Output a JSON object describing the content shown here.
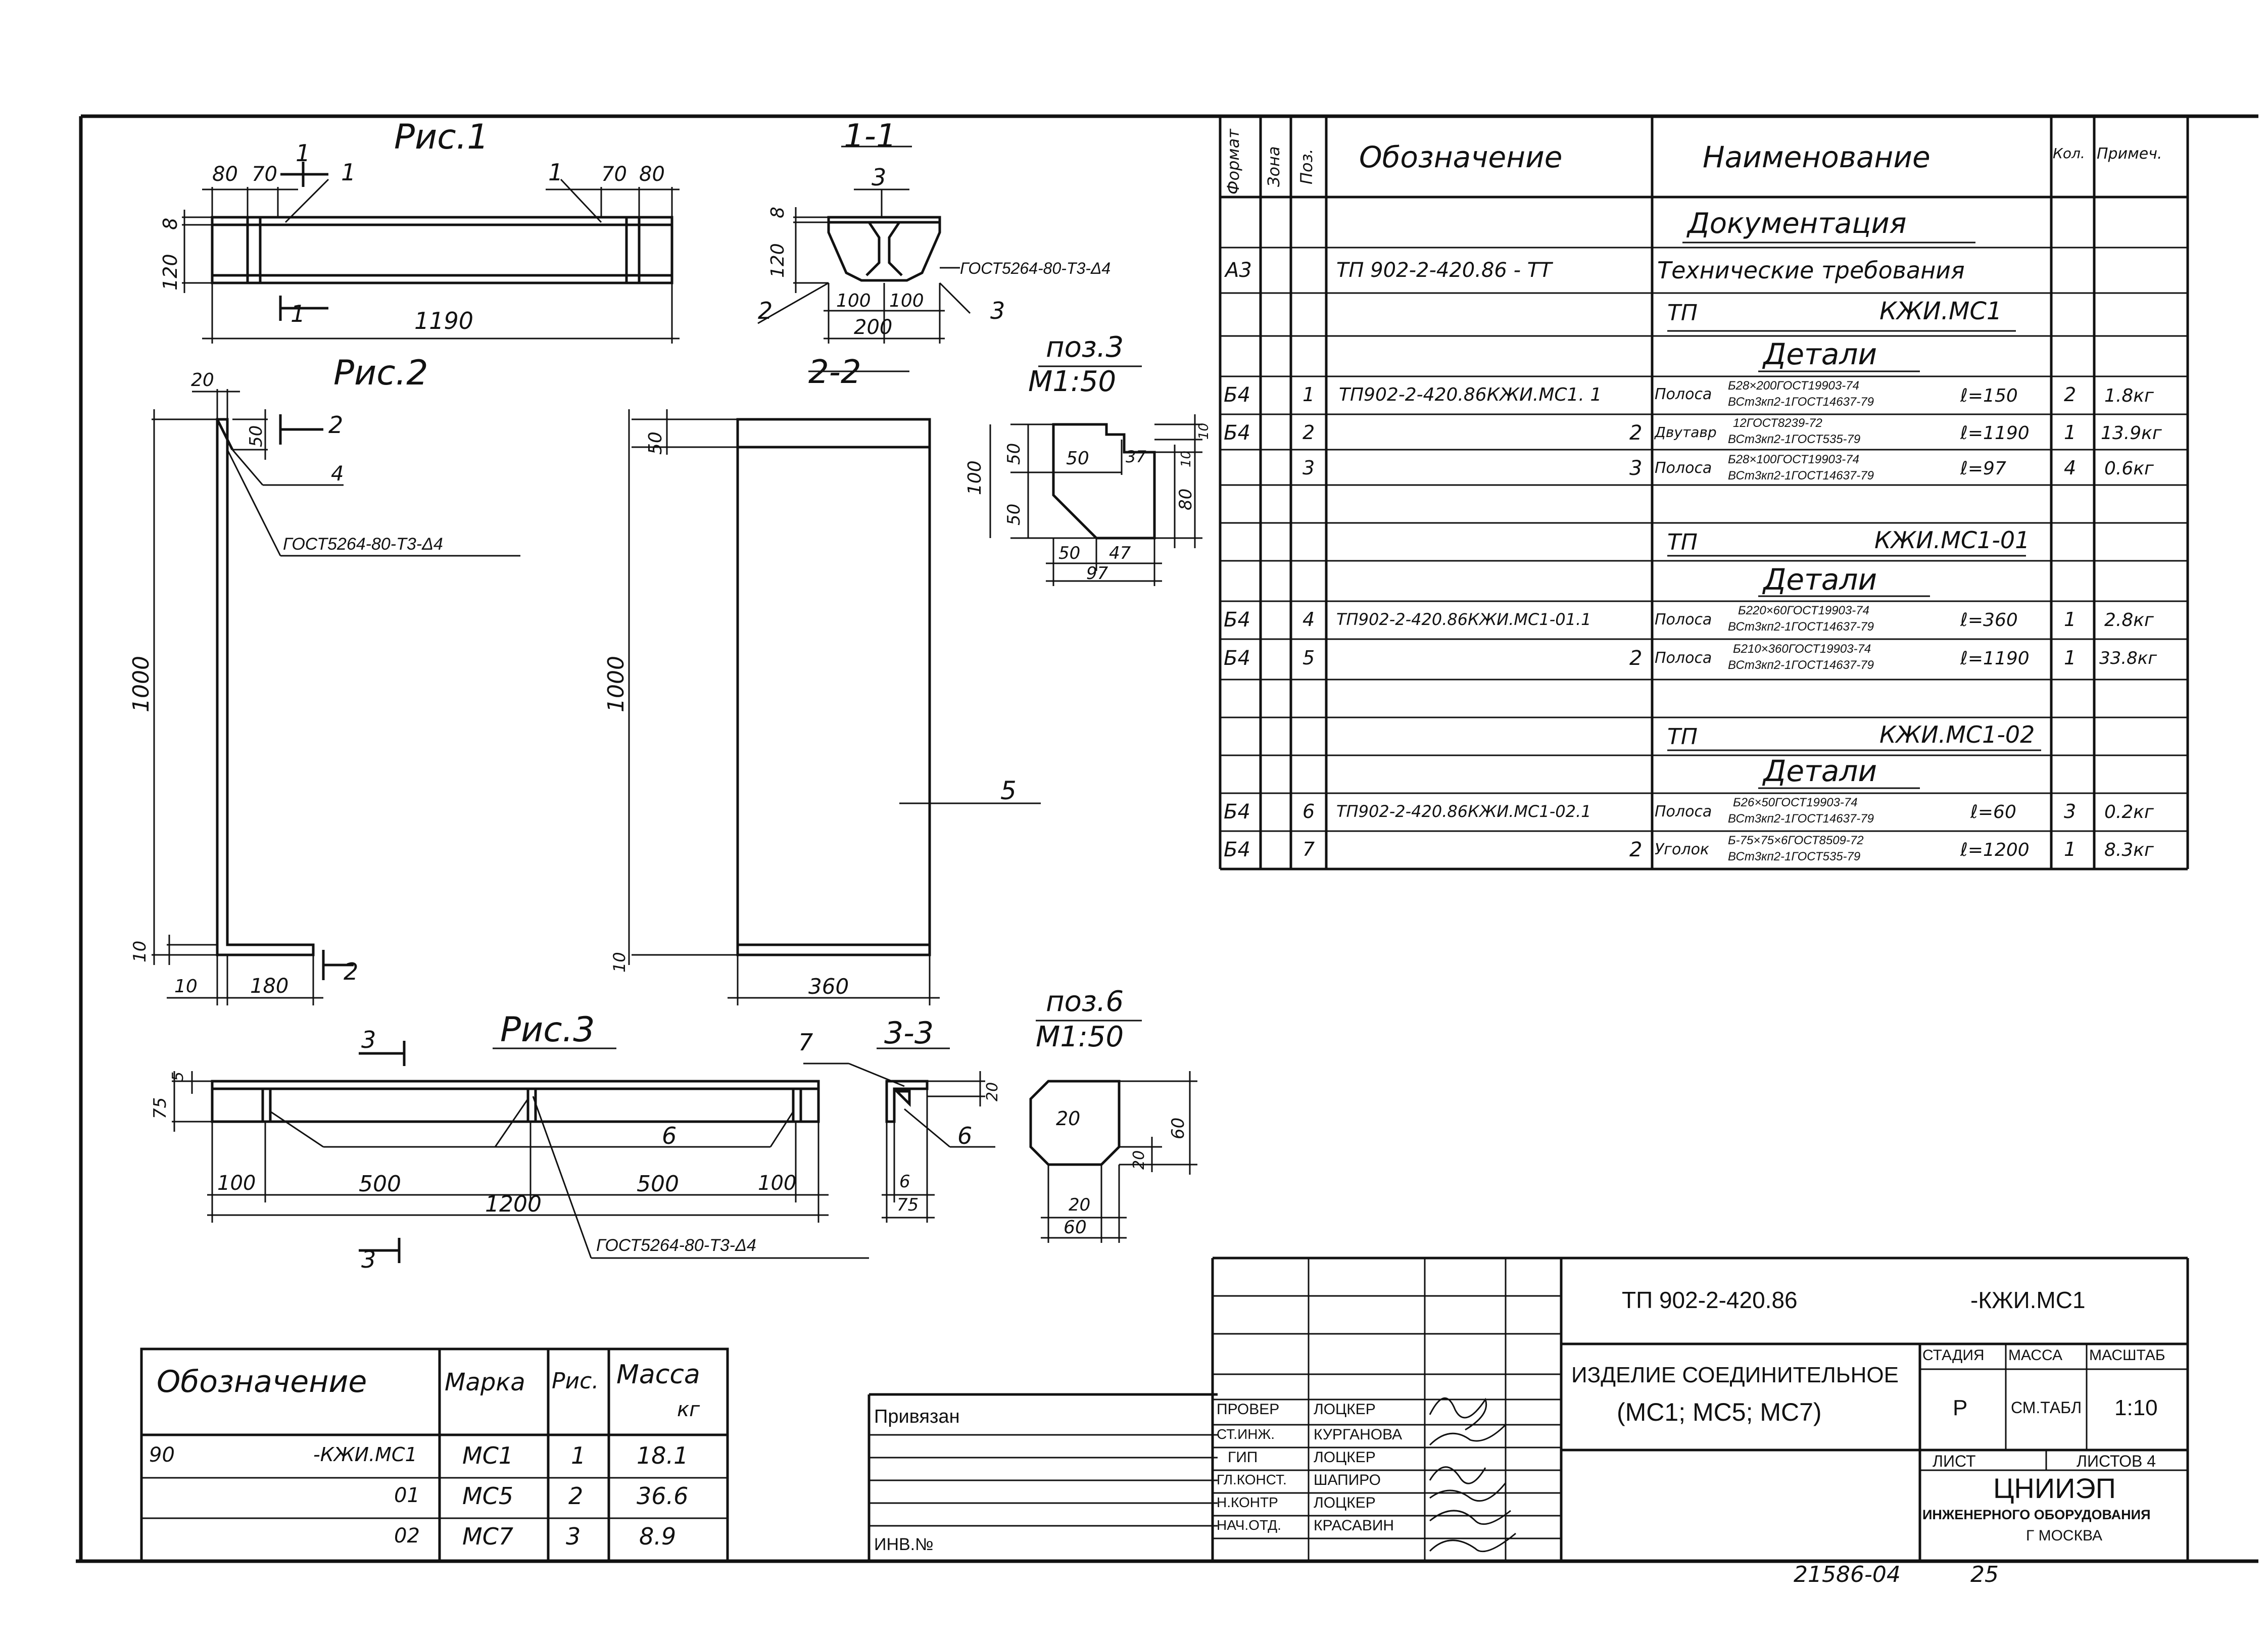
{
  "figures": {
    "fig1": {
      "title": "Рис.1",
      "dims": {
        "d80a": "80",
        "d70a": "70",
        "d70b": "70",
        "d80b": "80",
        "d8": "8",
        "d120": "120",
        "d1190": "1190"
      },
      "callouts": {
        "c1a": "1",
        "c1b": "1",
        "c1c": "1",
        "c1cut": "1"
      }
    },
    "sec11": {
      "title": "1-1",
      "dims": {
        "d8": "8",
        "d120": "120",
        "d100a": "100",
        "d100b": "100",
        "d200": "200"
      },
      "callouts": {
        "c3top": "3",
        "c2": "2",
        "c3": "3"
      },
      "gost": "ГОСТ5264-80-Т3-Δ4"
    },
    "fig2": {
      "title": "Рис.2",
      "dims": {
        "d20": "20",
        "d50": "50",
        "d1000": "1000",
        "d10v": "10",
        "d10": "10",
        "d180": "180"
      },
      "callouts": {
        "c2a": "2",
        "c4": "4",
        "c2b": "2"
      },
      "gost": "ГОСТ5264-80-Т3-Δ4"
    },
    "sec22": {
      "title": "2-2",
      "dims": {
        "d50": "50",
        "d1000": "1000",
        "d10": "10",
        "d360": "360"
      },
      "callouts": {
        "c5": "5"
      }
    },
    "pos3": {
      "title": "поз.3",
      "scale": "М1:50",
      "dims": {
        "d100": "100",
        "d50a": "50",
        "d50b": "50",
        "d50c": "50",
        "d37": "37",
        "d10a": "10",
        "d10b": "10",
        "d80": "80",
        "d50d": "50",
        "d47": "47",
        "d97": "97"
      }
    },
    "fig3": {
      "title": "Рис.3",
      "dims": {
        "d75": "75",
        "d5": "5",
        "d100a": "100",
        "d500a": "500",
        "d500b": "500",
        "d100b": "100",
        "d1200": "1200"
      },
      "callouts": {
        "c3a": "3",
        "c6": "6",
        "c3b": "3"
      },
      "gost": "ГОСТ5264-80-Т3-Δ4"
    },
    "sec33": {
      "title": "3-3",
      "dims": {
        "d6": "6",
        "d75": "75",
        "d20": "20"
      },
      "callouts": {
        "c7": "7",
        "c6": "6"
      }
    },
    "pos6": {
      "title": "поз.6",
      "scale": "М1:50",
      "dims": {
        "d20a": "20",
        "d20b": "20",
        "d60a": "60",
        "d20c": "20",
        "d60b": "60"
      }
    }
  },
  "spec": {
    "headers": {
      "format": "Формат",
      "zone": "Зона",
      "pos": "Поз.",
      "designation": "Обозначение",
      "name": "Наименование",
      "qty": "Кол.",
      "note": "Примеч."
    },
    "rows": {
      "doc_heading": "Документация",
      "r1": {
        "format": "А3",
        "designation": "ТП 902-2-420.86 - ТТ",
        "name": "Технические требования"
      },
      "tp1": {
        "left": "ТП",
        "right": "КЖИ.МС1"
      },
      "det1": "Детали",
      "r2": {
        "format": "Б4",
        "pos": "1",
        "designation": "ТП902-2-420.86КЖИ.МС1. 1",
        "name": "Полоса",
        "frac_top": "Б28×200ГОСТ19903-74",
        "frac_bot": "ВСт3кп2-1ГОСТ14637-79",
        "len": "ℓ=150",
        "qty": "2",
        "note": "1.8кг"
      },
      "r3": {
        "format": "Б4",
        "pos": "2",
        "designation": "2",
        "name": "Двутавр",
        "frac_top": "12ГОСТ8239-72",
        "frac_bot": "ВСт3кп2-1ГОСТ535-79",
        "len": "ℓ=1190",
        "qty": "1",
        "note": "13.9кг"
      },
      "r4": {
        "pos": "3",
        "designation": "3",
        "name": "Полоса",
        "frac_top": "Б28×100ГОСТ19903-74",
        "frac_bot": "ВСт3кп2-1ГОСТ14637-79",
        "len": "ℓ=97",
        "qty": "4",
        "note": "0.6кг"
      },
      "tp2": {
        "left": "ТП",
        "right": "КЖИ.МС1-01"
      },
      "det2": "Детали",
      "r5": {
        "format": "Б4",
        "pos": "4",
        "designation": "ТП902-2-420.86КЖИ.МС1-01.1",
        "name": "Полоса",
        "frac_top": "Б220×60ГОСТ19903-74",
        "frac_bot": "ВСт3кп2-1ГОСТ14637-79",
        "len": "ℓ=360",
        "qty": "1",
        "note": "2.8кг"
      },
      "r6": {
        "format": "Б4",
        "pos": "5",
        "designation": "2",
        "name": "Полоса",
        "frac_top": "Б210×360ГОСТ19903-74",
        "frac_bot": "ВСт3кп2-1ГОСТ14637-79",
        "len": "ℓ=1190",
        "qty": "1",
        "note": "33.8кг"
      },
      "tp3": {
        "left": "ТП",
        "right": "КЖИ.МС1-02"
      },
      "det3": "Детали",
      "r7": {
        "format": "Б4",
        "pos": "6",
        "designation": "ТП902-2-420.86КЖИ.МС1-02.1",
        "name": "Полоса",
        "frac_top": "Б26×50ГОСТ19903-74",
        "frac_bot": "ВСт3кп2-1ГОСТ14637-79",
        "len": "ℓ=60",
        "qty": "3",
        "note": "0.2кг"
      },
      "r8": {
        "format": "Б4",
        "pos": "7",
        "designation": "2",
        "name": "Уголок",
        "frac_top": "Б-75×75×6ГОСТ8509-72",
        "frac_bot": "ВСт3кп2-1ГОСТ535-79",
        "len": "ℓ=1200",
        "qty": "1",
        "note": "8.3кг"
      }
    }
  },
  "mass_table": {
    "headers": {
      "designation": "Обозначение",
      "mark": "Марка",
      "fig": "Рис.",
      "mass": "Масса",
      "mass_unit": "кг"
    },
    "rows": [
      {
        "num": "90",
        "code": "-КЖИ.МС1",
        "mark": "МС1",
        "fig": "1",
        "mass": "18.1"
      },
      {
        "num": "",
        "code": "01",
        "mark": "МС5",
        "fig": "2",
        "mass": "36.6"
      },
      {
        "num": "",
        "code": "02",
        "mark": "МС7",
        "fig": "3",
        "mass": "8.9"
      }
    ]
  },
  "title_block": {
    "bound_label": "Привязан",
    "inv_label": "ИНВ.№",
    "doc_code": "ТП 902-2-420.86",
    "doc_suffix": "-КЖИ.МС1",
    "title_line1": "ИЗДЕЛИЕ СОЕДИНИТЕЛЬНОЕ",
    "title_line2": "(МС1; МС5; МС7)",
    "stage_h": "СТАДИЯ",
    "mass_h": "МАССА",
    "scale_h": "МАСШТАБ",
    "stage": "Р",
    "mass": "СМ.ТАБЛ",
    "scale": "1:10",
    "sheet_h": "ЛИСТ",
    "sheets_h": "ЛИСТОВ 4",
    "org1": "ЦНИИЭП",
    "org2": "ИНЖЕНЕРНОГО ОБОРУДОВАНИЯ",
    "org3": "Г МОСКВА",
    "roles": [
      {
        "role": "ПРОВЕР",
        "name": "ЛОЦКЕР"
      },
      {
        "role": "СТ.ИНЖ.",
        "name": "КУРГАНОВА"
      },
      {
        "role": "ГИП",
        "name": "ЛОЦКЕР"
      },
      {
        "role": "ГЛ.КОНСТ.",
        "name": "ШАПИРО"
      },
      {
        "role": "Н.КОНТР",
        "name": "ЛОЦКЕР"
      },
      {
        "role": "НАЧ.ОТД.",
        "name": "КРАСАВИН"
      }
    ]
  },
  "footer": {
    "archive": "21586-04",
    "page": "25"
  }
}
